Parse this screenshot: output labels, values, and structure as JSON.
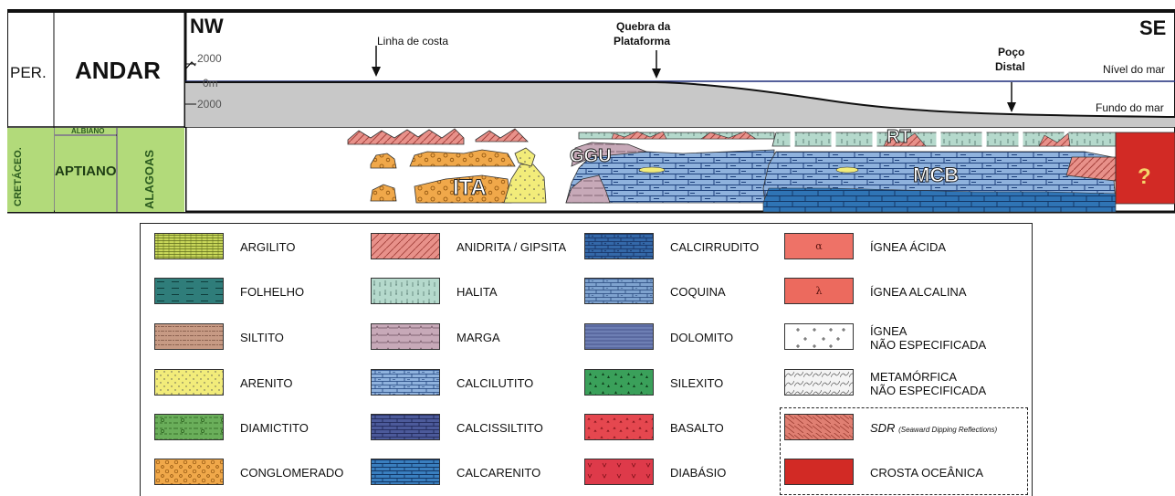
{
  "section": {
    "col_per": "PER.",
    "col_andar": "ANDAR",
    "dir_left": "NW",
    "dir_right": "SE",
    "scale_top": "2000",
    "scale_mid": "0m",
    "scale_bottom": "2000",
    "period": "CRETÁCEO.",
    "stage_albiano": "ALBIANO",
    "stage_aptiano": "APTIANO",
    "local_stage": "ALAGOAS",
    "coastline": "Linha de costa",
    "shelf_break_1": "Quebra da",
    "shelf_break_2": "Plataforma",
    "well_1": "Poço",
    "well_2": "Distal",
    "sea_level": "Nível do mar",
    "sea_floor": "Fundo do mar",
    "unit_ita": "ITA",
    "unit_ggu": "GGU",
    "unit_mcb": "MCB",
    "unit_rt": "RT",
    "unknown": "?"
  },
  "legend": {
    "argilito": "ARGILITO",
    "folhelho": "FOLHELHO",
    "siltito": "SILTITO",
    "arenito": "ARENITO",
    "diamictito": "DIAMICTITO",
    "conglomerado": "CONGLOMERADO",
    "anidrita": "ANIDRITA / GIPSITA",
    "halita": "HALITA",
    "marga": "MARGA",
    "calcilutito": "CALCILUTITO",
    "calcissiltito": "CALCISSILTITO",
    "calcarenito": "CALCARENITO",
    "calcirrudito": "CALCIRRUDITO",
    "coquina": "COQUINA",
    "dolomito": "DOLOMITO",
    "silexito": "SILEXITO",
    "basalto": "BASALTO",
    "diabasio": "DIABÁSIO",
    "ignea_acida": "ÍGNEA ÁCIDA",
    "ignea_acida_symbol": "α",
    "ignea_alcalina": "ÍGNEA ALCALINA",
    "ignea_alcalina_symbol": "λ",
    "ignea_ne_1": "ÍGNEA",
    "ignea_ne_2": "NÃO ESPECIFICADA",
    "metamorfica_1": "METAMÓRFICA",
    "metamorfica_2": "NÃO ESPECIFICADA",
    "sdr": "SDR",
    "sdr_note": "(Seaward Dipping Reflections)",
    "crosta": "CROSTA OCEÂNICA"
  },
  "colors": {
    "argilito": "#c8d75a",
    "folhelho": "#2f7d7a",
    "siltito": "#c79a84",
    "arenito": "#f2ec7a",
    "diamictito": "#6aae5a",
    "conglomerado": "#f0a84a",
    "anidrita": "#e8918a",
    "halita": "#b5d9cc",
    "marga": "#c7a9b8",
    "calcilutito": "#8fb2dd",
    "calcissiltito": "#4c5a9a",
    "calcarenito": "#3a7fbf",
    "calcirrudito": "#3468a8",
    "coquina": "#7fa3cf",
    "dolomito": "#6e7fb4",
    "silexito": "#3aa05a",
    "basalto": "#e5474f",
    "diabasio": "#de3a4a",
    "ignea_acida": "#ee7267",
    "ignea_alcalina": "#ec6a5e",
    "sdr": "#e07f72",
    "crosta": "#d22a25",
    "period_column": "#b2da7a",
    "water": "#c8c8c8"
  }
}
